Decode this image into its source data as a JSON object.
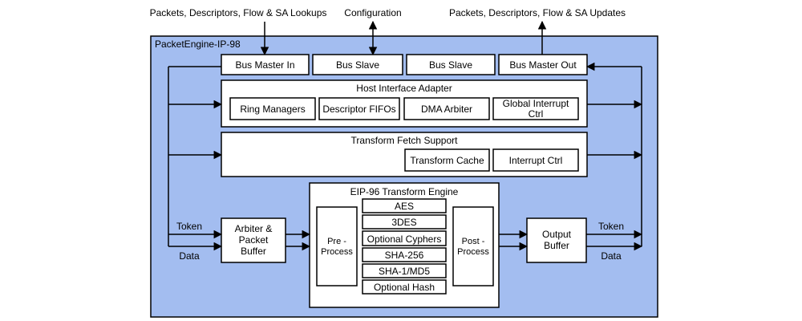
{
  "labels": {
    "top_left": "Packets, Descriptors, Flow & SA Lookups",
    "top_center": "Configuration",
    "top_right": "Packets, Descriptors, Flow & SA Updates",
    "engine_title": "PacketEngine-IP-98"
  },
  "bus": {
    "master_in": "Bus Master In",
    "slave_1": "Bus Slave",
    "slave_2": "Bus Slave",
    "master_out": "Bus Master Out"
  },
  "hia": {
    "title": "Host Interface Adapter",
    "ring_managers": "Ring Managers",
    "descriptor_fifos": "Descriptor FIFOs",
    "dma_arbiter": "DMA Arbiter",
    "global_interrupt_line1": "Global Interrupt",
    "global_interrupt_line2": "Ctrl"
  },
  "tfs": {
    "title": "Transform Fetch Support",
    "transform_cache": "Transform Cache",
    "interrupt_ctrl": "Interrupt Ctrl"
  },
  "arbiter": {
    "line1": "Arbiter &",
    "line2": "Packet",
    "line3": "Buffer"
  },
  "eip96": {
    "title": "EIP-96 Transform Engine",
    "pre_line1": "Pre -",
    "pre_line2": "Process",
    "post_line1": "Post -",
    "post_line2": "Process",
    "aes": "AES",
    "des3": "3DES",
    "optional_cyphers": "Optional Cyphers",
    "sha256": "SHA-256",
    "sha1_md5": "SHA-1/MD5",
    "optional_hash": "Optional Hash"
  },
  "output": {
    "line1": "Output",
    "line2": "Buffer"
  },
  "side_labels": {
    "token_left": "Token",
    "data_left": "Data",
    "token_right": "Token",
    "data_right": "Data"
  },
  "colors": {
    "engine_fill": "#a3bdf0",
    "box_fill": "#ffffff",
    "stroke": "#000000"
  }
}
